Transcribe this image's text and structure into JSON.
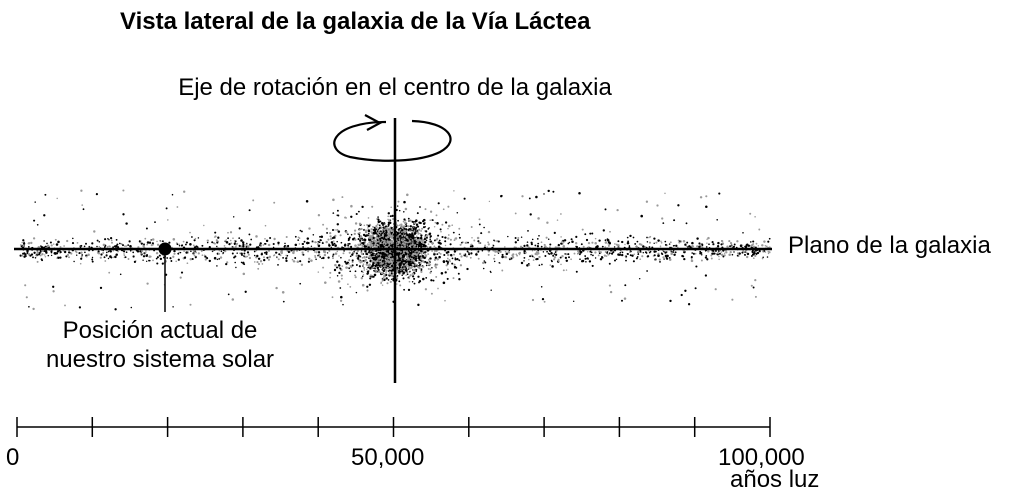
{
  "title": "Vista lateral de la galaxia de la Vía Láctea",
  "labels": {
    "rotation_axis": "Eje de rotación en el centro de la galaxia",
    "galactic_plane": "Plano de la galaxia",
    "solar_system_line1": "Posición actual de",
    "solar_system_line2": "nuestro sistema solar"
  },
  "scale": {
    "min": 0,
    "max": 100000,
    "major_tick_step": 10000,
    "tick_labels": [
      "0",
      "50,000",
      "100,000"
    ],
    "unit": "años luz"
  },
  "solar_system_position_ly": 20000,
  "colors": {
    "ink": "#000000",
    "faint_star": "#9a9a9a"
  }
}
